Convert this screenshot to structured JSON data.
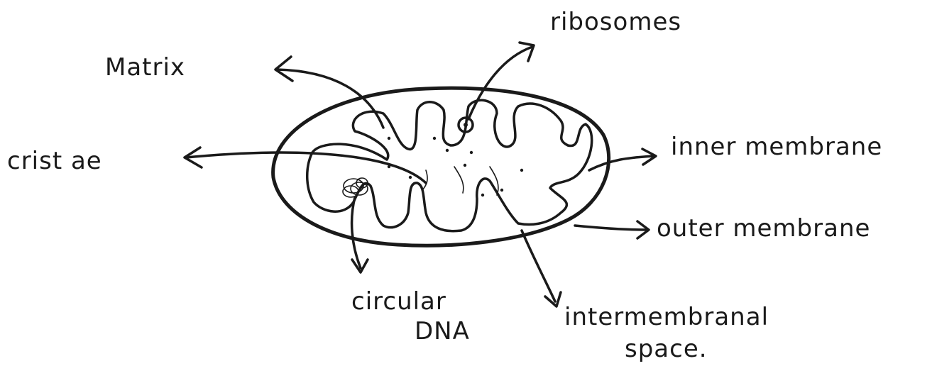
{
  "labels": {
    "matrix": "Matrix",
    "ribosomes": "ribosomes",
    "cristae": "crist ae",
    "inner_membrane": "inner membrane",
    "outer_membrane": "outer membrane",
    "circular_dna_line1": "circular",
    "circular_dna_line2": "DNA",
    "intermembranal_line1": "intermembranal",
    "intermembranal_line2": "space."
  },
  "colors": {
    "ink": "#1a1a1a",
    "paper": "#ffffff"
  }
}
